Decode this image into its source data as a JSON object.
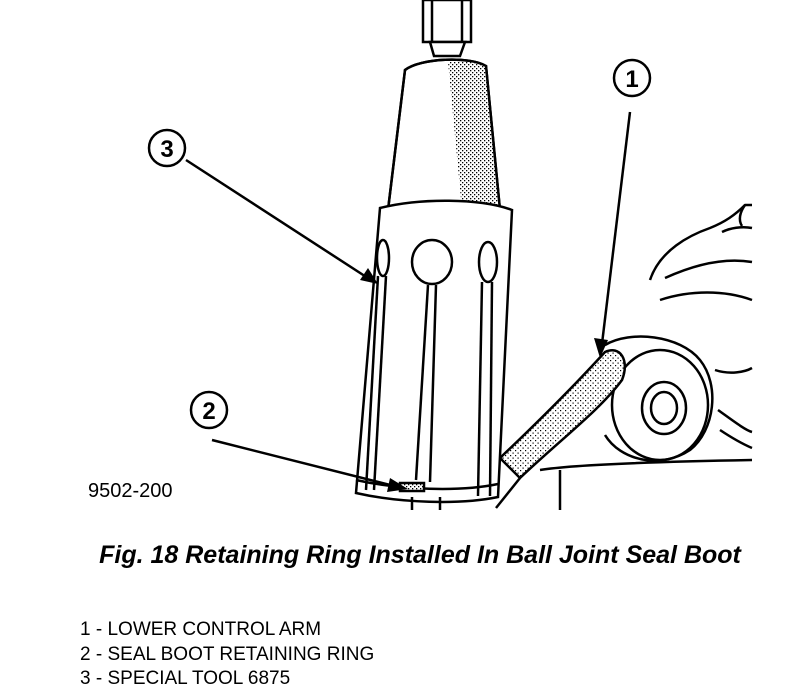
{
  "figure_id": "9502-200",
  "callouts": [
    {
      "num": "1",
      "label": "LOWER CONTROL ARM"
    },
    {
      "num": "2",
      "label": "SEAL BOOT RETAINING RING"
    },
    {
      "num": "3",
      "label": "SPECIAL TOOL 6875"
    }
  ],
  "caption": "Fig. 18 Retaining Ring Installed In Ball Joint Seal Boot",
  "legend": [
    {
      "num": "1",
      "sep": " - ",
      "text": "LOWER CONTROL ARM"
    },
    {
      "num": "2",
      "sep": " - ",
      "text": "SEAL BOOT RETAINING RING"
    },
    {
      "num": "3",
      "sep": " - ",
      "text": "SPECIAL TOOL 6875"
    }
  ]
}
